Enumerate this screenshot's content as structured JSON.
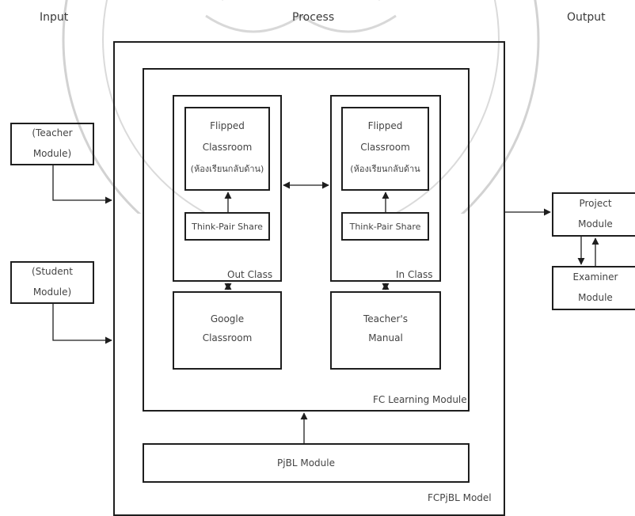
{
  "headers": {
    "input": "Input",
    "process": "Process",
    "output": "Output"
  },
  "inputs": {
    "teacher_l1": "(Teacher",
    "teacher_l2": "Module)",
    "student_l1": "(Student",
    "student_l2": "Module)"
  },
  "out_class": {
    "flipped_l1": "Flipped",
    "flipped_l2": "Classroom",
    "flipped_l3": "(ห้องเรียนกลับด้าน)",
    "think": "Think-Pair Share",
    "label": "Out Class",
    "google_l1": "Google",
    "google_l2": "Classroom"
  },
  "in_class": {
    "flipped_l1": "Flipped",
    "flipped_l2": "Classroom",
    "flipped_l3": "(ห้องเรียนกลับด้าน",
    "think": "Think-Pair Share",
    "label": "In Class",
    "manual_l1": "Teacher's",
    "manual_l2": "Manual"
  },
  "fc_learning_module": "FC Learning Module",
  "pjbl_module": "PjBL Module",
  "fcpjbl_model": "FCPjBL Model",
  "outputs": {
    "project_l1": "Project",
    "project_l2": "Module",
    "examiner_l1": "Examiner",
    "examiner_l2": "Module"
  },
  "colors": {
    "line": "#1e1e1e",
    "text": "#444444",
    "watermark": "#cfcfcf"
  }
}
